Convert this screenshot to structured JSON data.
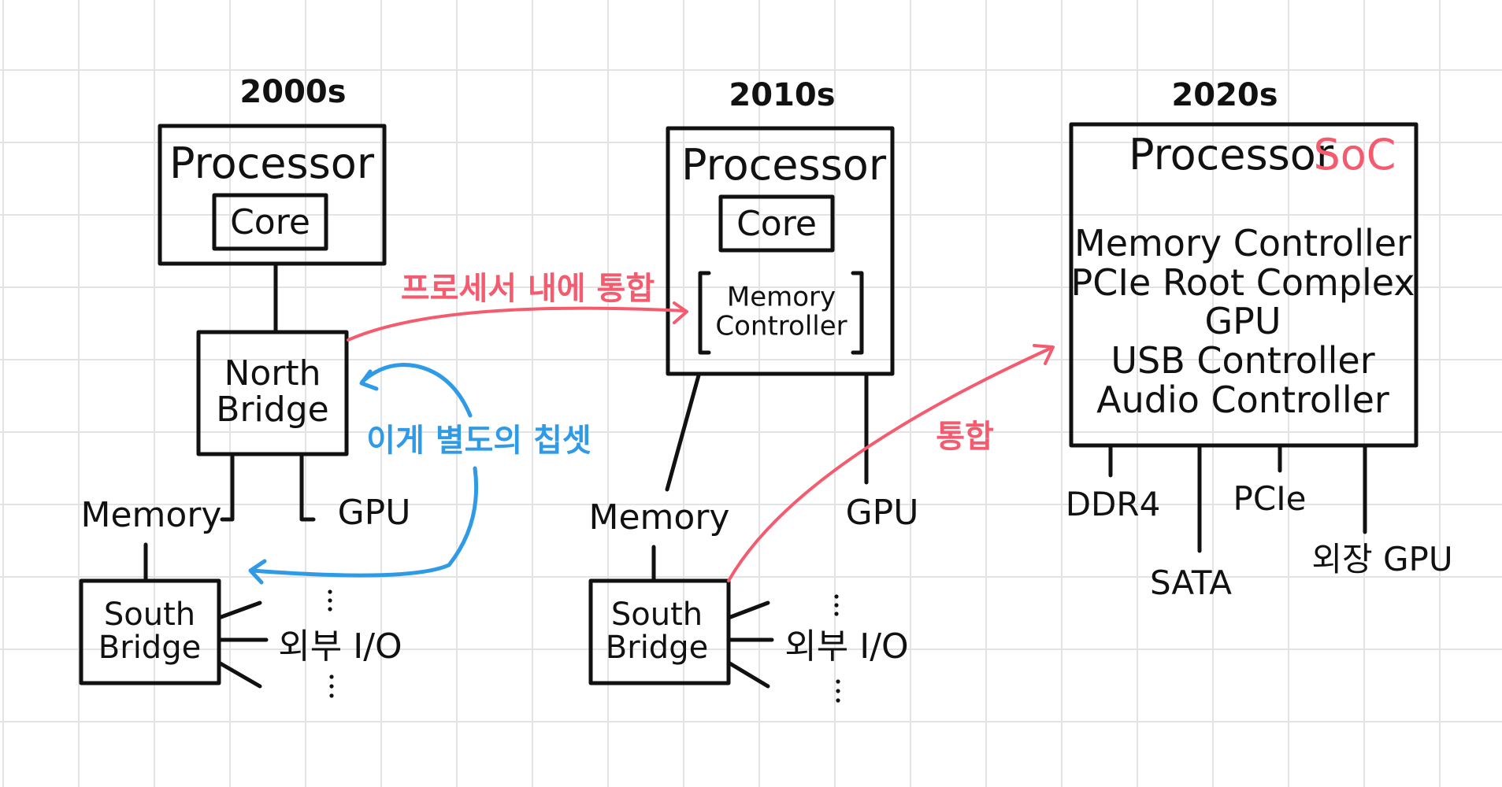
{
  "eras": [
    {
      "year": "2000s",
      "processor": "Processor",
      "core": "Core",
      "north_bridge": "North\nBridge",
      "memory": "Memory",
      "gpu": "GPU",
      "south_bridge": "South\nBridge",
      "io": "외부 I/O"
    },
    {
      "year": "2010s",
      "processor": "Processor",
      "core": "Core",
      "memory_controller": "Memory\nController",
      "memory": "Memory",
      "gpu": "GPU",
      "south_bridge": "South\nBridge",
      "io": "외부 I/O"
    },
    {
      "year": "2020s",
      "processor": "Processor",
      "soc": "SoC",
      "components": "Memory Controller\nPCIe Root Complex\nGPU\nUSB Controller\nAudio Controller",
      "outputs": [
        "DDR4",
        "SATA",
        "PCIe",
        "외장 GPU"
      ]
    }
  ],
  "annotations": {
    "integrated_into_processor": "프로세서 내에 통합",
    "separate_chipset": "이게 별도의 칩셋",
    "integrated": "통합"
  },
  "colors": {
    "ink": "#111111",
    "accent_red": "#f45b6e",
    "accent_blue": "#2f9be6",
    "grid": "#e3e3e3"
  }
}
